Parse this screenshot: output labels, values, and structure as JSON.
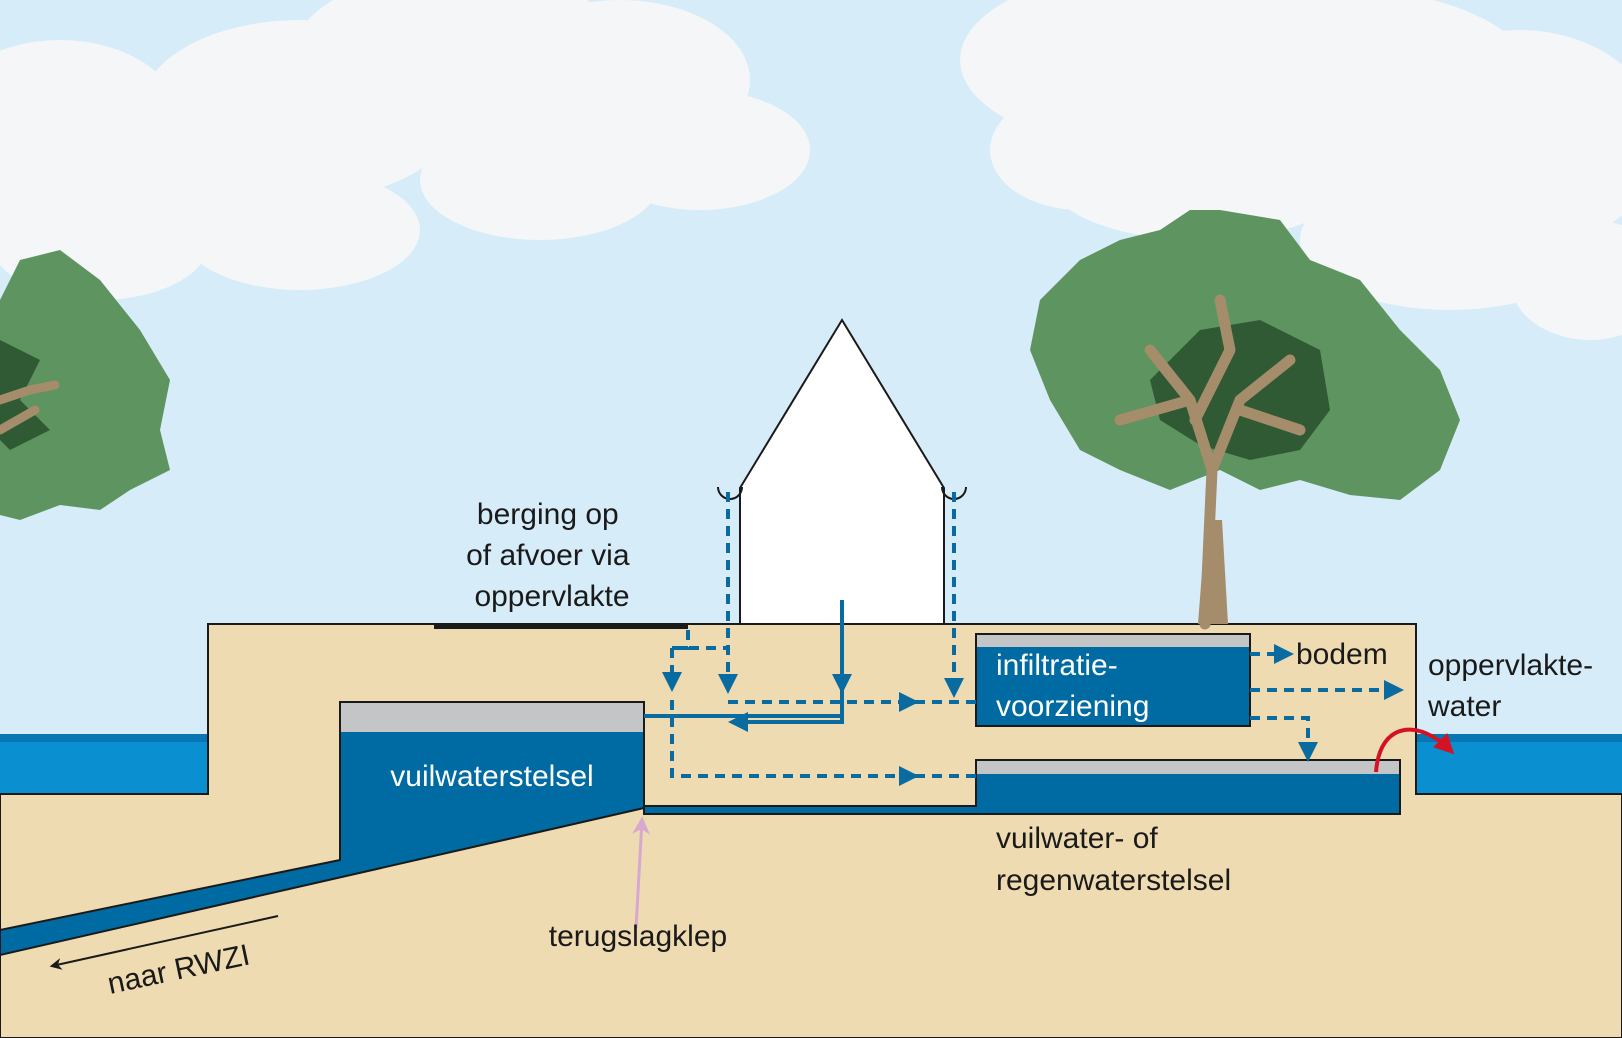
{
  "labels": {
    "surface_storage": [
      "berging op",
      "of afvoer via",
      "oppervlakte"
    ],
    "infiltration": [
      "infiltratie-",
      "voorziening"
    ],
    "soil": "bodem",
    "surface_water": [
      "oppervlakte-",
      "water"
    ],
    "foul_sewer": "vuilwaterstelsel",
    "foul_or_storm_sewer": [
      "vuilwater- of",
      "regenwaterstelsel"
    ],
    "check_valve": "terugslagklep",
    "to_wwtp": "naar RWZI"
  },
  "colors": {
    "sky": "#d6ecf8",
    "cloud": "#f4f6f7",
    "ground": "#eedbb2",
    "water": "#006aa3",
    "surface_water": "#0a8fd0",
    "pipe_top": "#c4c5c6",
    "tree_foliage": "#5e9460",
    "tree_shadow": "#2f5a33",
    "trunk": "#a58c6b",
    "flow_arrow": "#0a6ba1",
    "overflow_arrow": "#d51224",
    "valve_arrow": "#d8a9cf",
    "drain_arrow": "#1a1a1a"
  },
  "icons": [
    "house-icon",
    "tree-icon",
    "cloud-icon",
    "arrow-icon"
  ]
}
